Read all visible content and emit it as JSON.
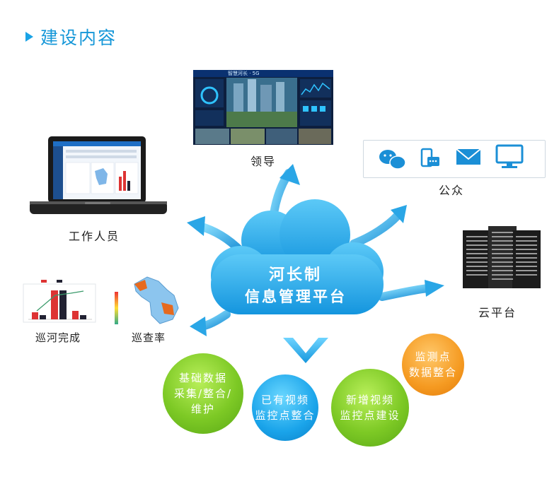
{
  "header": {
    "title": "建设内容"
  },
  "center": {
    "line1": "河长制",
    "line2": "信息管理平台"
  },
  "nodes": {
    "leader": "领导",
    "public": "公众",
    "staff": "工作人员",
    "cloud_platform": "云平台",
    "patrol_complete": "巡河完成",
    "patrol_rate": "巡查率"
  },
  "screen": {
    "banner": "智慧河长 · 5G"
  },
  "modules": [
    {
      "lines": [
        "基础数据",
        "采集/整合/",
        "维护"
      ]
    },
    {
      "lines": [
        "已有视频",
        "监控点整合"
      ]
    },
    {
      "lines": [
        "新增视频",
        "监控点建设"
      ]
    },
    {
      "lines": [
        "监测点",
        "数据整合"
      ]
    }
  ],
  "public_icons": [
    "wechat-icon",
    "mobile-message-icon",
    "email-icon",
    "monitor-icon"
  ],
  "colors": {
    "accent": "#1597d8",
    "green": "#7dc925",
    "blue": "#1aa4ea",
    "orange": "#f59a21"
  }
}
